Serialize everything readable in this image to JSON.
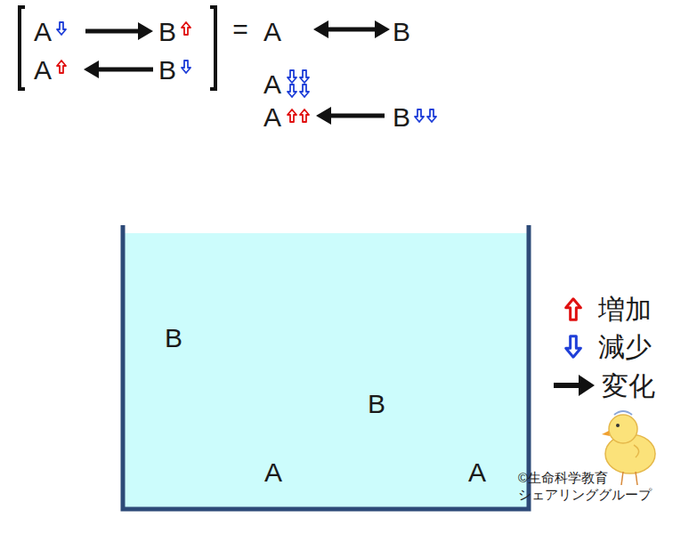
{
  "diagram": {
    "labels": [
      "A",
      "B",
      "A",
      "B",
      "=",
      "A",
      "B",
      "A",
      "A",
      "B",
      "B",
      "B",
      "A",
      "A",
      "©生命科学教育 シェアリンググループ"
    ],
    "legend": [
      {
        "text": "増加"
      },
      {
        "text": "減少"
      },
      {
        "text": "変化"
      }
    ]
  }
}
